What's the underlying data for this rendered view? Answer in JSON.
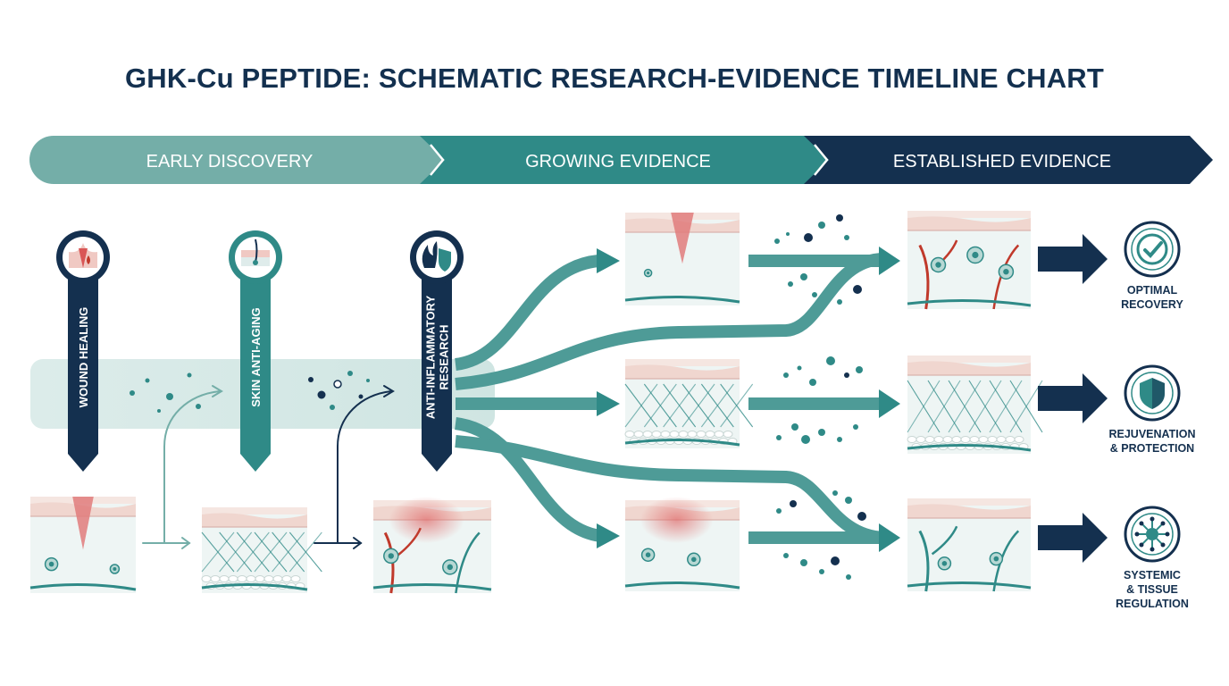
{
  "title": "GHK-Cu PEPTIDE: SCHEMATIC RESEARCH-EVIDENCE TIMELINE CHART",
  "phases": [
    {
      "label": "EARLY DISCOVERY",
      "color": "#74aea8"
    },
    {
      "label": "GROWING EVIDENCE",
      "color": "#2f8a87"
    },
    {
      "label": "ESTABLISHED EVIDENCE",
      "color": "#14304f"
    }
  ],
  "research_areas": [
    {
      "label": "WOUND HEALING",
      "icon": "drop-wound-icon",
      "color": "#14304f"
    },
    {
      "label": "SKIN ANTI-AGING",
      "icon": "hair-follicle-icon",
      "color": "#2f8a87"
    },
    {
      "label": "ANTI-INFLAMMATORY RESEARCH",
      "lines": [
        "ANTI-INFLAMMATORY",
        "RESEARCH"
      ],
      "icon": "flame-shield-icon",
      "color": "#14304f"
    }
  ],
  "outcomes": [
    {
      "label": "OPTIMAL RECOVERY",
      "lines": [
        "OPTIMAL",
        "RECOVERY"
      ],
      "icon": "checkmark-icon"
    },
    {
      "label": "REJUVENATION & PROTECTION",
      "lines": [
        "REJUVENATION",
        "& PROTECTION"
      ],
      "icon": "shield-icon"
    },
    {
      "label": "SYSTEMIC & TISSUE REGULATION",
      "lines": [
        "SYSTEMIC",
        "& TISSUE",
        "REGULATION"
      ],
      "icon": "network-cell-icon"
    }
  ],
  "colors": {
    "navy": "#14304f",
    "teal": "#2f8a87",
    "light_teal": "#74aea8",
    "coral": "#e07b7b",
    "skin": "#f3d9d2",
    "background_band": "#e3f0ee"
  }
}
